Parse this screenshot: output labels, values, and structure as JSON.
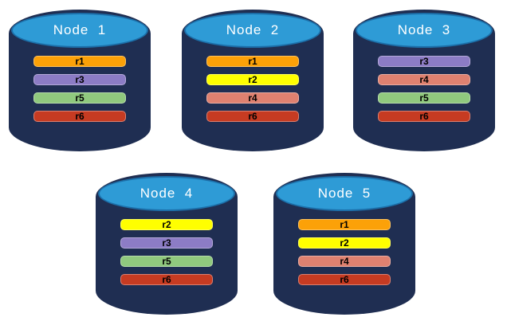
{
  "diagram": {
    "nodes": [
      {
        "label": "Node  1",
        "replicas": [
          "r1",
          "r3",
          "r5",
          "r6"
        ]
      },
      {
        "label": "Node  2",
        "replicas": [
          "r1",
          "r2",
          "r4",
          "r6"
        ]
      },
      {
        "label": "Node  3",
        "replicas": [
          "r3",
          "r4",
          "r5",
          "r6"
        ]
      },
      {
        "label": "Node  4",
        "replicas": [
          "r2",
          "r3",
          "r5",
          "r6"
        ]
      },
      {
        "label": "Node  5",
        "replicas": [
          "r1",
          "r2",
          "r4",
          "r6"
        ]
      }
    ],
    "replica_colors": {
      "r1": "#FCA108",
      "r2": "#FFFF00",
      "r3": "#8C7CC5",
      "r4": "#DF8170",
      "r5": "#90C97E",
      "r6": "#C63B22"
    },
    "colors": {
      "background": "#FFFFFF",
      "cylinder_body": "#1F2E52",
      "cylinder_top": "#2E9BD6",
      "cylinder_top_border": "#1C6FA9",
      "node_label_text": "#FFFFFF",
      "replica_label_text": "#000000"
    }
  }
}
